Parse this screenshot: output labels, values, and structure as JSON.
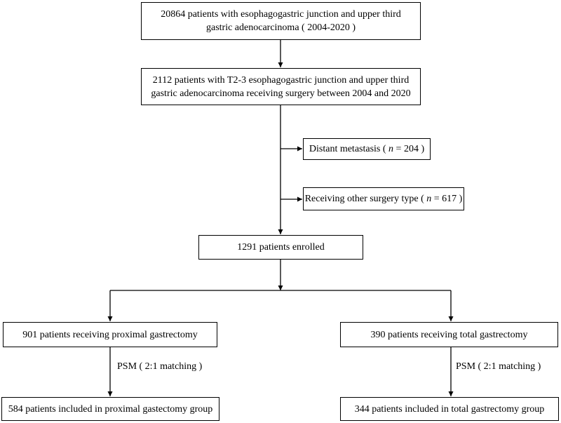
{
  "boxes": {
    "initial": {
      "line1": "20864 patients with esophagogastric junction  and upper third",
      "line2": "gastric adenocarcinoma ( 2004-2020 )"
    },
    "t23": {
      "line1": "2112 patients with T2-3 esophagogastric junction  and upper third",
      "line2": "gastric adenocarcinoma receiving surgery between 2004 and 2020"
    },
    "exclusion_metastasis": {
      "text": "Distant metastasis (",
      "n_symbol": "n",
      "n_value": " = 204 )"
    },
    "exclusion_surgery": {
      "text": "Receiving other surgery type (",
      "n_symbol": "n",
      "n_value": " = 617 )"
    },
    "enrolled": {
      "text": "1291 patients enrolled"
    },
    "proximal": {
      "text": "901 patients receiving proximal gastrectomy"
    },
    "total": {
      "text": "390 patients receiving total gastrectomy"
    },
    "proximal_final": {
      "text": "584 patients  included  in proximal gastectomy  group"
    },
    "total_final": {
      "text": "344 patients included in total gastrectomy group"
    }
  },
  "labels": {
    "psm_left": "PSM ( 2:1  matching )",
    "psm_right": "PSM ( 2:1  matching )"
  }
}
